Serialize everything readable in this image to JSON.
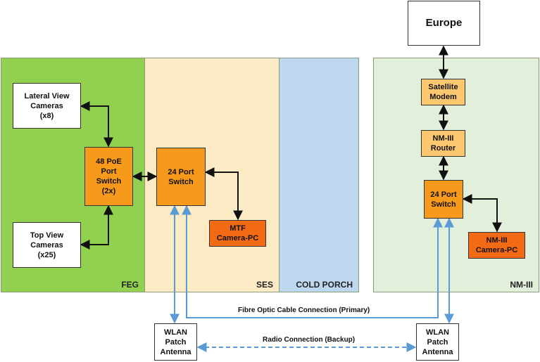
{
  "zones": {
    "feg": "FEG",
    "ses": "SES",
    "cold_porch": "COLD PORCH",
    "nm3": "NM-III"
  },
  "nodes": {
    "europe": "Europe",
    "lateral_cameras": "Lateral View\nCameras\n(x8)",
    "top_cameras": "Top View\nCameras\n(x25)",
    "poe_switch": "48 PoE\nPort\nSwitch\n(2x)",
    "ses_switch": "24 Port\nSwitch",
    "mtf_pc": "MTF\nCamera-PC",
    "satellite_modem": "Satellite\nModem",
    "nm3_router": "NM-III\nRouter",
    "nm3_switch": "24 Port\nSwitch",
    "nm3_pc": "NM-III\nCamera-PC",
    "wlan_left": "WLAN\nPatch\nAntenna",
    "wlan_right": "WLAN\nPatch\nAntenna"
  },
  "connections": {
    "fibre": "Fibre Optic Cable Connection (Primary)",
    "radio": "Radio Connection (Backup)"
  },
  "colors": {
    "feg_zone": "#92d050",
    "ses_zone": "#fdebc6",
    "cold_porch_zone": "#bdd7ee",
    "nm3_zone": "#e2efda",
    "switch_orange": "#f79a1c",
    "light_orange": "#fdc770",
    "dark_orange": "#f26a14",
    "link_blue": "#5b9bd5"
  }
}
